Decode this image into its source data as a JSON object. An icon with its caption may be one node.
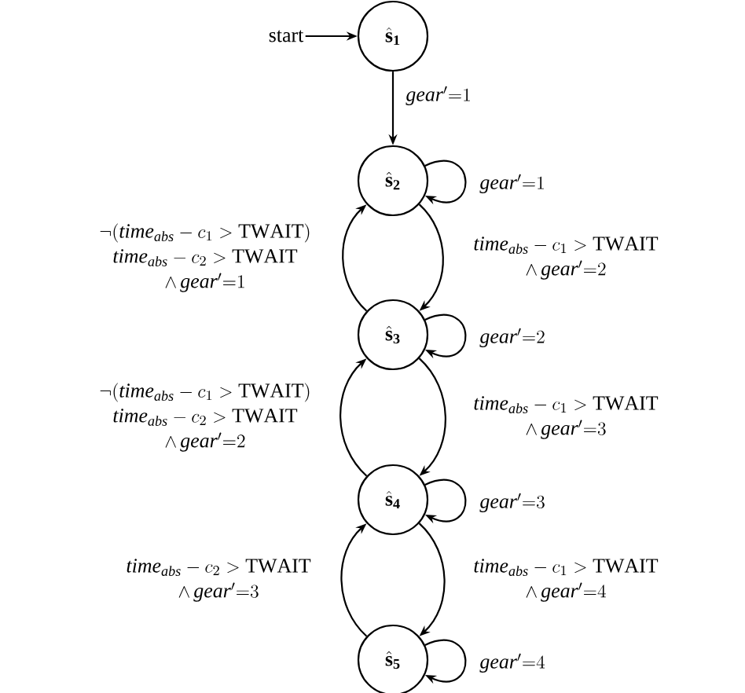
{
  "diagram": {
    "nodes": [
      {
        "text": [
          "start"
        ]
      },
      {
        "text": [
          "\\hat{\\mathbf{s}}_{\\mathbf{1}}"
        ]
      },
      {
        "text": [
          "\\hat{\\mathbf{s}}_{\\mathbf{2}}"
        ]
      },
      {
        "text": [
          "\\hat{\\mathbf{s}}_{\\mathbf{3}}"
        ]
      },
      {
        "text": [
          "\\hat{\\mathbf{s}}_{\\mathbf{4}}"
        ]
      },
      {
        "text": [
          "\\hat{\\mathbf{s}}_{\\mathbf{5}}"
        ]
      }
    ],
    "edges": [
      {
        "from": 0,
        "to": 1,
        "arrow": "to"
      },
      {
        "from": 1,
        "to": 2,
        "arrow": "to",
        "label": "\\mathit{gear}'{=}1"
      },
      {
        "from": 2,
        "to": 2,
        "arrow": "to",
        "label": "\\mathit{gear}'{=}1"
      },
      {
        "from": 2,
        "to": 3,
        "arrow": "to",
        "label": "\\begin{array}{c}\\mathit{time}_{\\mathit{abs}}-c_1>\\mathrm{TWAIT}\\\\ \\wedge\\,\\mathit{gear}'{=}2\\end{array}"
      },
      {
        "from": 3,
        "to": 2,
        "arrow": "to",
        "label": "\\begin{array}{c}\\neg(\\mathit{time}_{\\mathit{abs}}-c_1>\\mathrm{TWAIT})\\\\ \\mathit{time}_{\\mathit{abs}}-c_2>\\mathrm{TWAIT}\\\\ \\wedge\\,\\mathit{gear}'{=}1\\end{array}"
      },
      {
        "from": 3,
        "to": 3,
        "arrow": "to",
        "label": "\\mathit{gear}'{=}2"
      },
      {
        "from": 3,
        "to": 4,
        "arrow": "to",
        "label": "\\begin{array}{c}\\mathit{time}_{\\mathit{abs}}-c_1>\\mathrm{TWAIT}\\\\ \\wedge\\,\\mathit{gear}'{=}3\\end{array}"
      },
      {
        "from": 4,
        "to": 3,
        "arrow": "to",
        "label": "\\begin{array}{c}\\neg(\\mathit{time}_{\\mathit{abs}}-c_1>\\mathrm{TWAIT})\\\\ \\mathit{time}_{\\mathit{abs}}-c_2>\\mathrm{TWAIT}\\\\ \\wedge\\,\\mathit{gear}'{=}2\\end{array}"
      },
      {
        "from": 4,
        "to": 4,
        "arrow": "to",
        "label": "\\mathit{gear}'{=}3"
      },
      {
        "from": 4,
        "to": 5,
        "arrow": "to",
        "label": "\\begin{array}{c}\\mathit{time}_{\\mathit{abs}}-c_1>\\mathrm{TWAIT}\\\\ \\wedge\\,\\mathit{gear}'{=}4\\end{array}"
      },
      {
        "from": 5,
        "to": 4,
        "arrow": "to",
        "label": "\\begin{array}{c}\\mathit{time}_{\\mathit{abs}}-c_2>\\mathrm{TWAIT}\\\\ \\wedge\\,\\mathit{gear}'{=}3\\end{array}"
      },
      {
        "from": 5,
        "to": 5,
        "arrow": "to",
        "label": "\\mathit{gear}'{=}4"
      }
    ]
  }
}
